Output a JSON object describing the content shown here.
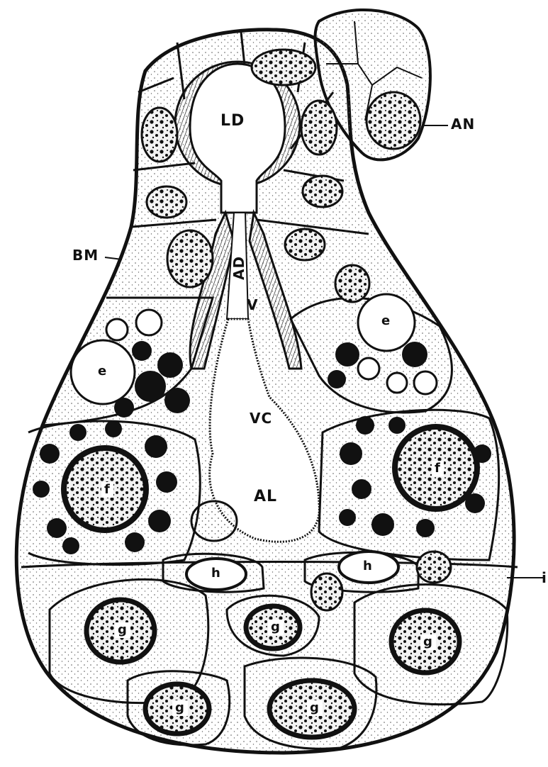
{
  "diagram": {
    "labels": {
      "ld": "LD",
      "an": "AN",
      "bm": "BM",
      "ad": "AD",
      "v": "V",
      "vc": "VC",
      "al": "AL",
      "e": "e",
      "f": "f",
      "h": "h",
      "g": "g",
      "i": "i"
    }
  }
}
